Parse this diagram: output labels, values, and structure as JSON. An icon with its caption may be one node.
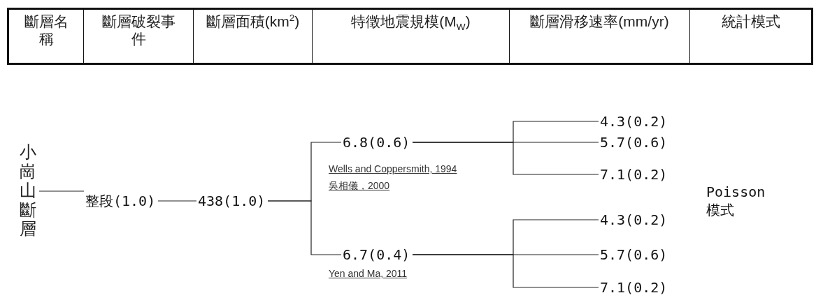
{
  "diagram": {
    "nodes": [
      {
        "text": [
          "小崗山斷層"
        ]
      },
      {
        "text": [
          "整段(1.0)"
        ]
      },
      {
        "text": [
          "438(1.0)"
        ]
      },
      {
        "text": [
          "6.8(0.6)"
        ],
        "beside": [
          "Wells and Coppersmith, 1994",
          "吳相儀，2000"
        ]
      },
      {
        "text": [
          "6.7(0.4)"
        ],
        "beside": [
          "Yen and Ma, 2011"
        ]
      },
      {
        "text": [
          "4.3(0.2)"
        ]
      },
      {
        "text": [
          "5.7(0.6)"
        ]
      },
      {
        "text": [
          "7.1(0.2)"
        ]
      },
      {
        "text": [
          "4.3(0.2)"
        ]
      },
      {
        "text": [
          "5.7(0.6)"
        ]
      },
      {
        "text": [
          "7.1(0.2)"
        ]
      }
    ],
    "edges": [
      {
        "from": 0,
        "to": 1,
        "arrow": "none"
      },
      {
        "from": 1,
        "to": 2,
        "arrow": "none"
      },
      {
        "from": 2,
        "to": 3,
        "arrow": "none"
      },
      {
        "from": 2,
        "to": 4,
        "arrow": "none"
      },
      {
        "from": 3,
        "to": 5,
        "arrow": "none"
      },
      {
        "from": 3,
        "to": 6,
        "arrow": "none"
      },
      {
        "from": 3,
        "to": 7,
        "arrow": "none"
      },
      {
        "from": 4,
        "to": 8,
        "arrow": "none"
      },
      {
        "from": 4,
        "to": 9,
        "arrow": "none"
      },
      {
        "from": 4,
        "to": 10,
        "arrow": "none"
      }
    ],
    "labels": [
      "斷層名稱",
      "斷層破裂事件",
      "斷層面積(km$^{2}$)",
      "特徵地震規模(M$_{W}$)",
      "斷層滑移速率(mm/yr)",
      "統計模式",
      "Poisson 模式"
    ]
  }
}
